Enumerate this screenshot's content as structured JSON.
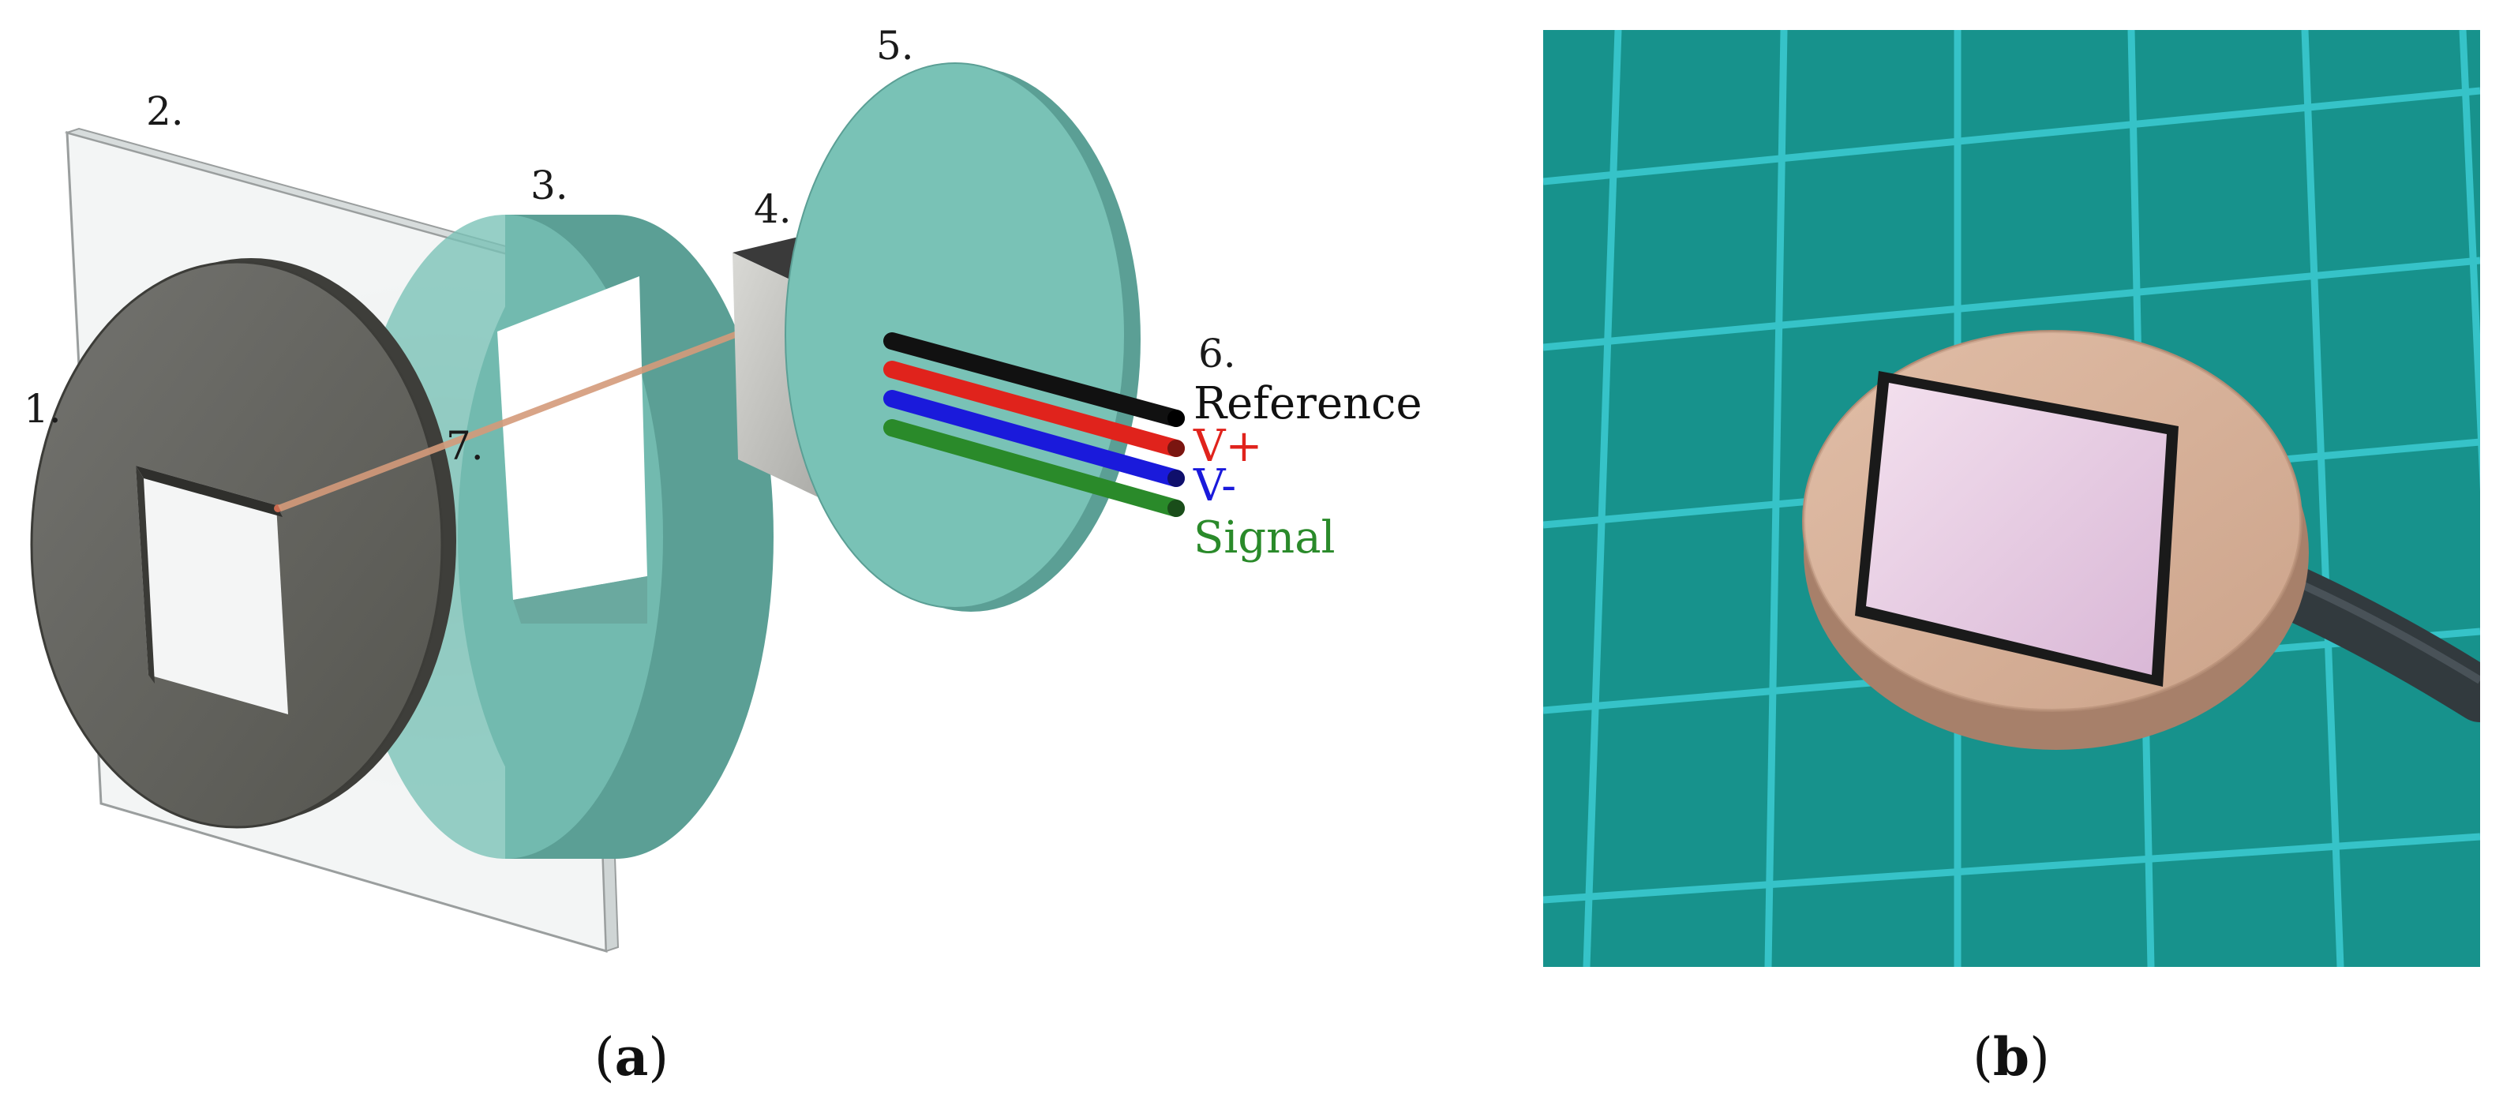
{
  "panel_a": {
    "part_labels": {
      "p1": "1.",
      "p2": "2.",
      "p3": "3.",
      "p4": "4.",
      "p5": "5.",
      "p6": "6.",
      "p7": "7."
    },
    "wires": [
      {
        "label": "Reference",
        "color": "#111111"
      },
      {
        "label": "V+",
        "color": "#e0231c"
      },
      {
        "label": "V-",
        "color": "#1a1adb"
      },
      {
        "label": "Signal",
        "color": "#2a8a2a"
      }
    ],
    "colors": {
      "frame": "#646460",
      "frame_edge": "#3c3c38",
      "glass": "#e9ecec",
      "teal": "#79c2b6",
      "teal_dark": "#5b9f95",
      "sensor_block": "#3a3a3a",
      "copper": "#d49a7a"
    },
    "caption": {
      "open": "(",
      "letter": "a",
      "close": ")"
    }
  },
  "panel_b": {
    "colors": {
      "mat": "#17928c",
      "grid": "#36c3c8",
      "disc": "#d8b199",
      "window": "#e7c8e0",
      "cable": "#323a3e"
    },
    "caption": {
      "open": "(",
      "letter": "b",
      "close": ")"
    }
  }
}
